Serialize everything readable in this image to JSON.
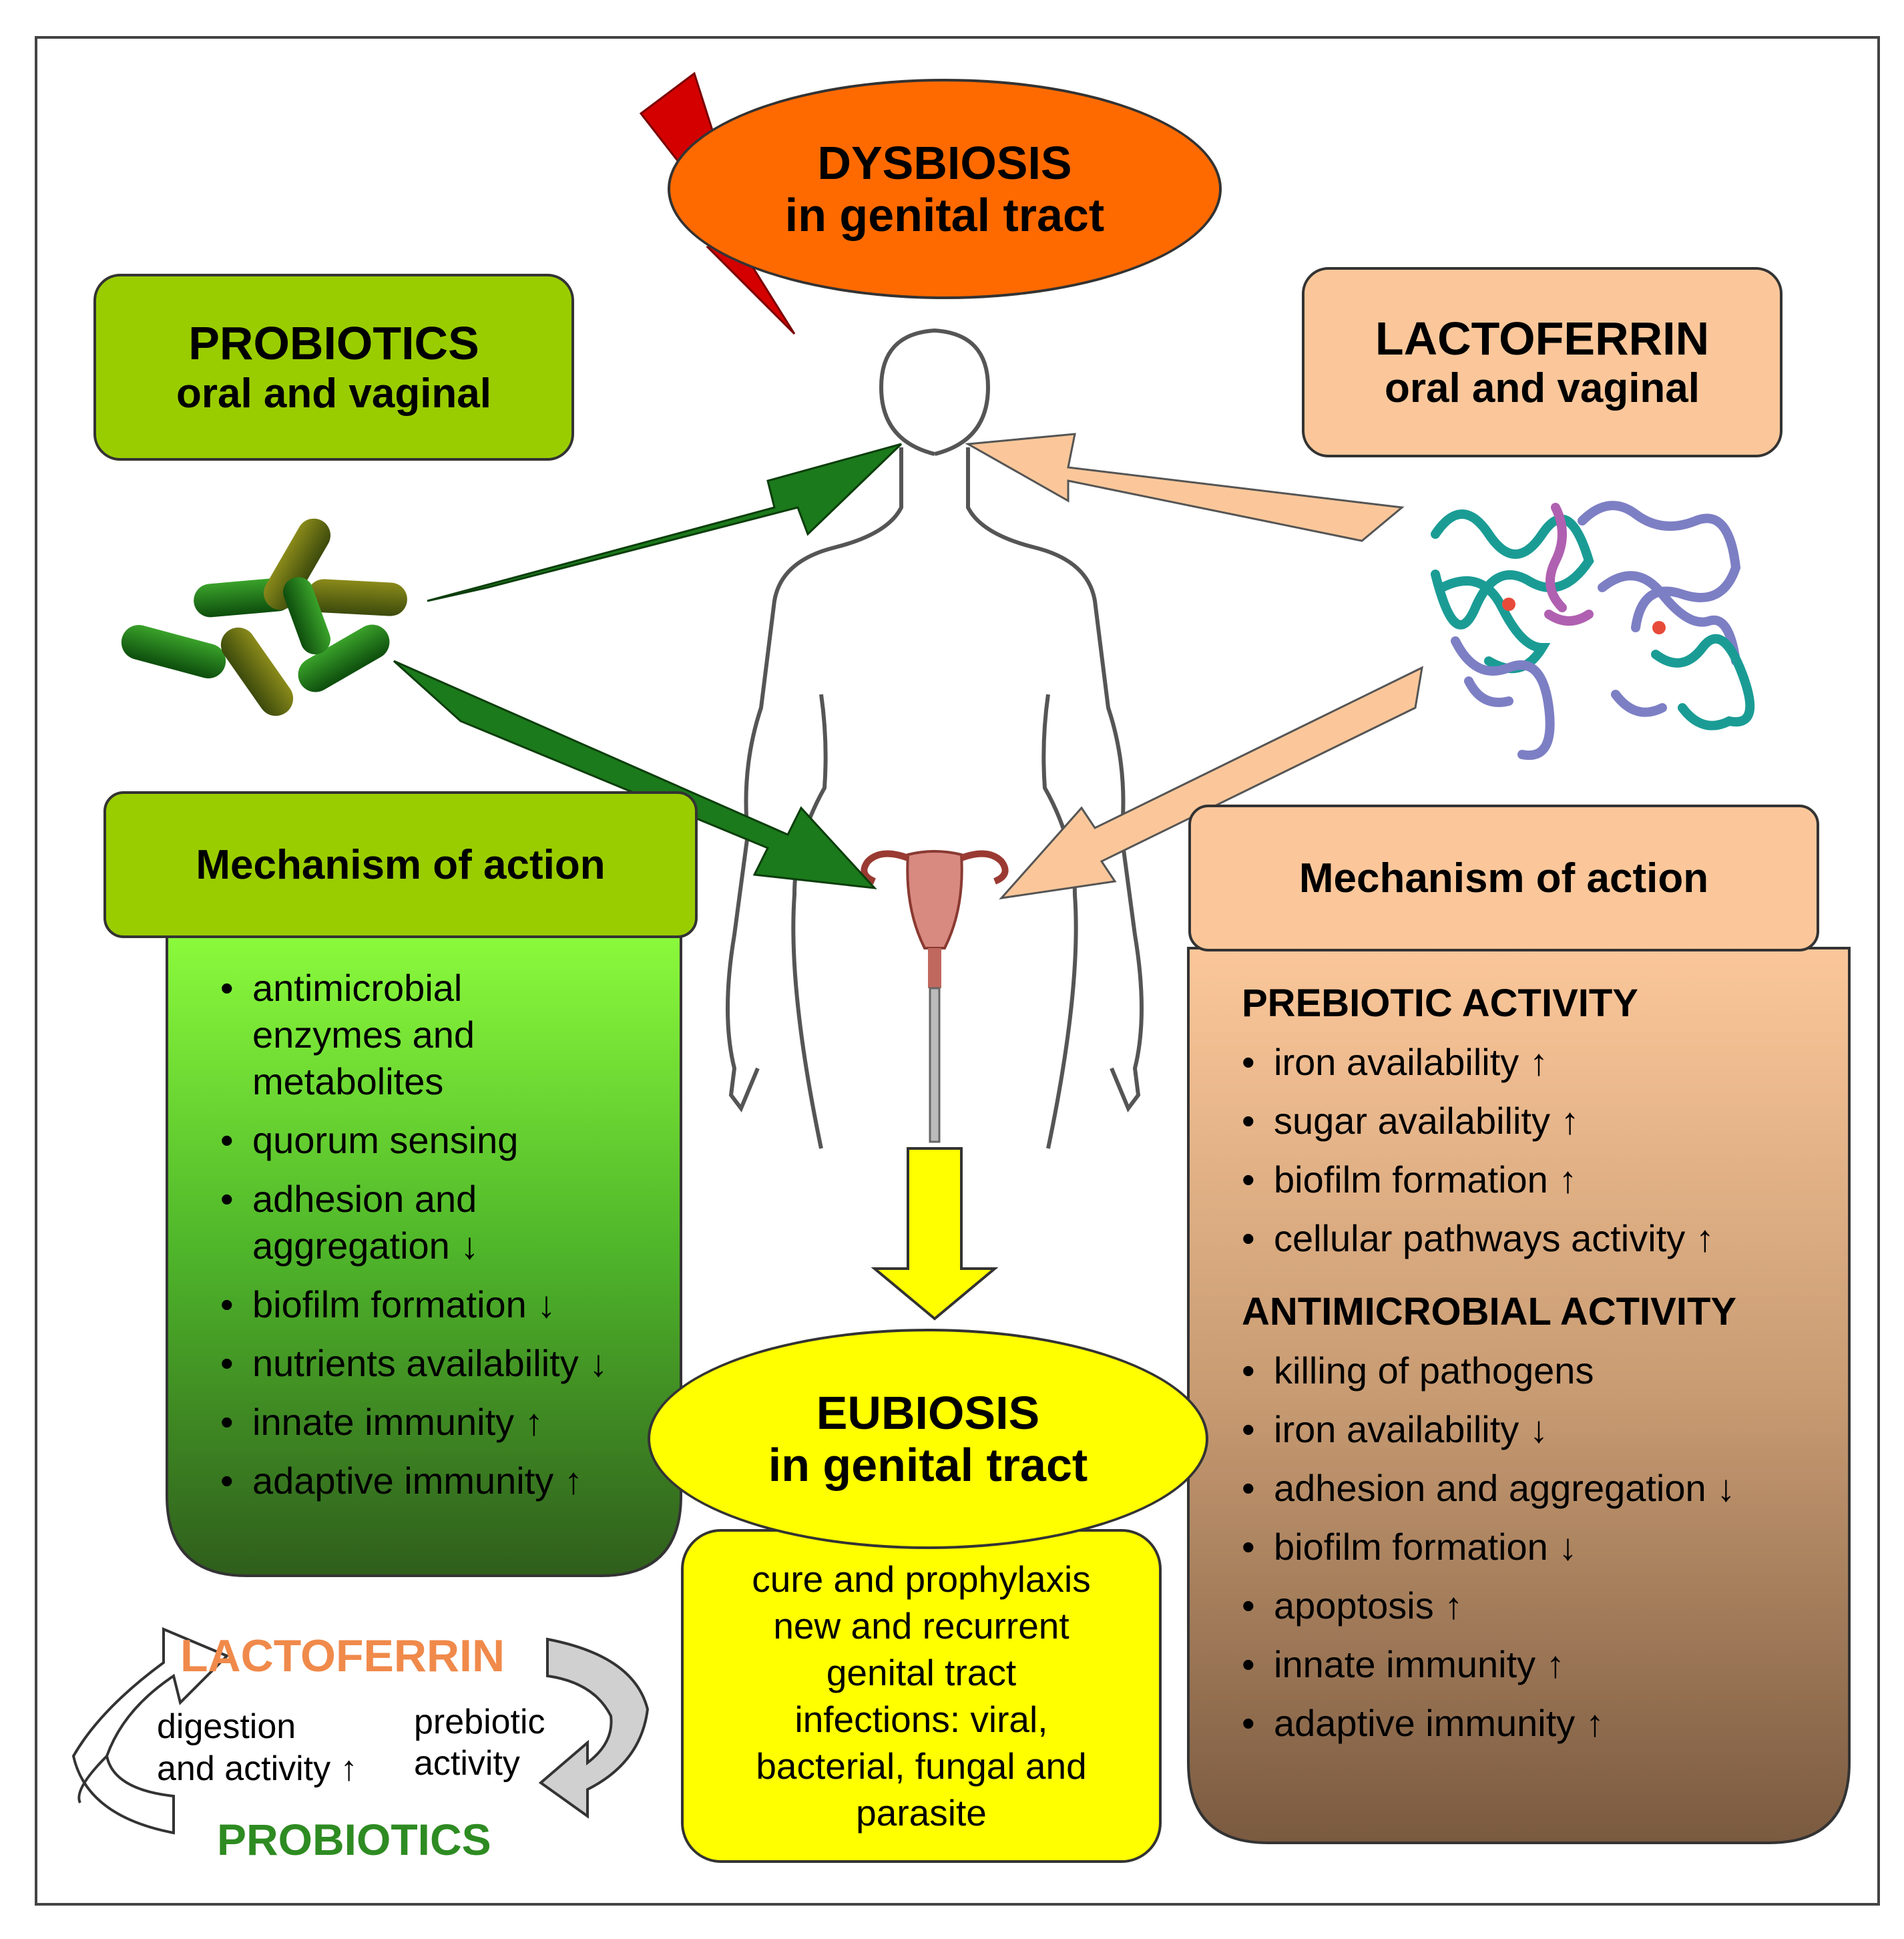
{
  "dysbiosis": {
    "line1": "DYSBIOSIS",
    "line2": "in genital tract"
  },
  "probiotics_box": {
    "line1": "PROBIOTICS",
    "line2": "oral and vaginal"
  },
  "lactoferrin_box": {
    "line1": "LACTOFERRIN",
    "line2": "oral and vaginal"
  },
  "probiotics_mechanism": {
    "title": "Mechanism of action",
    "items": [
      "antimicrobial enzymes and metabolites",
      "quorum sensing",
      "adhesion and aggregation ↓",
      "biofilm formation ↓",
      "nutrients availability ↓",
      "innate immunity ↑",
      "adaptive immunity ↑"
    ]
  },
  "lactoferrin_mechanism": {
    "title": "Mechanism of action",
    "prebiotic_heading": "PREBIOTIC ACTIVITY",
    "prebiotic_items": [
      "iron availability ↑",
      "sugar availability ↑",
      "biofilm formation ↑",
      "cellular pathways activity ↑"
    ],
    "antimicrobial_heading": "ANTIMICROBIAL ACTIVITY",
    "antimicrobial_items": [
      "killing of pathogens",
      "iron availability ↓",
      "adhesion and aggregation ↓",
      "biofilm formation ↓",
      "apoptosis ↑",
      "innate immunity ↑",
      "adaptive immunity ↑"
    ]
  },
  "eubiosis": {
    "line1": "EUBIOSIS",
    "line2": "in genital tract"
  },
  "outcome": {
    "lines": [
      "cure and prophylaxis",
      "new and recurrent",
      "genital tract",
      "infections: viral,",
      "bacterial, fungal and",
      "parasite"
    ]
  },
  "cycle": {
    "top": "LACTOFERRIN",
    "bottom": "PROBIOTICS",
    "left_line1": "digestion",
    "left_line2": "and activity ↑",
    "right_line1": "prebiotic",
    "right_line2": "activity"
  },
  "colors": {
    "probiotic_green": "#9acd00",
    "dark_green": "#1b6e1b",
    "peach": "#fbc79a",
    "orange": "#ff6a00",
    "yellow": "#ffff00",
    "lightning": "#d40000",
    "lactoferrin_text": "#f08a4b",
    "probiotics_text": "#2e8b22"
  }
}
